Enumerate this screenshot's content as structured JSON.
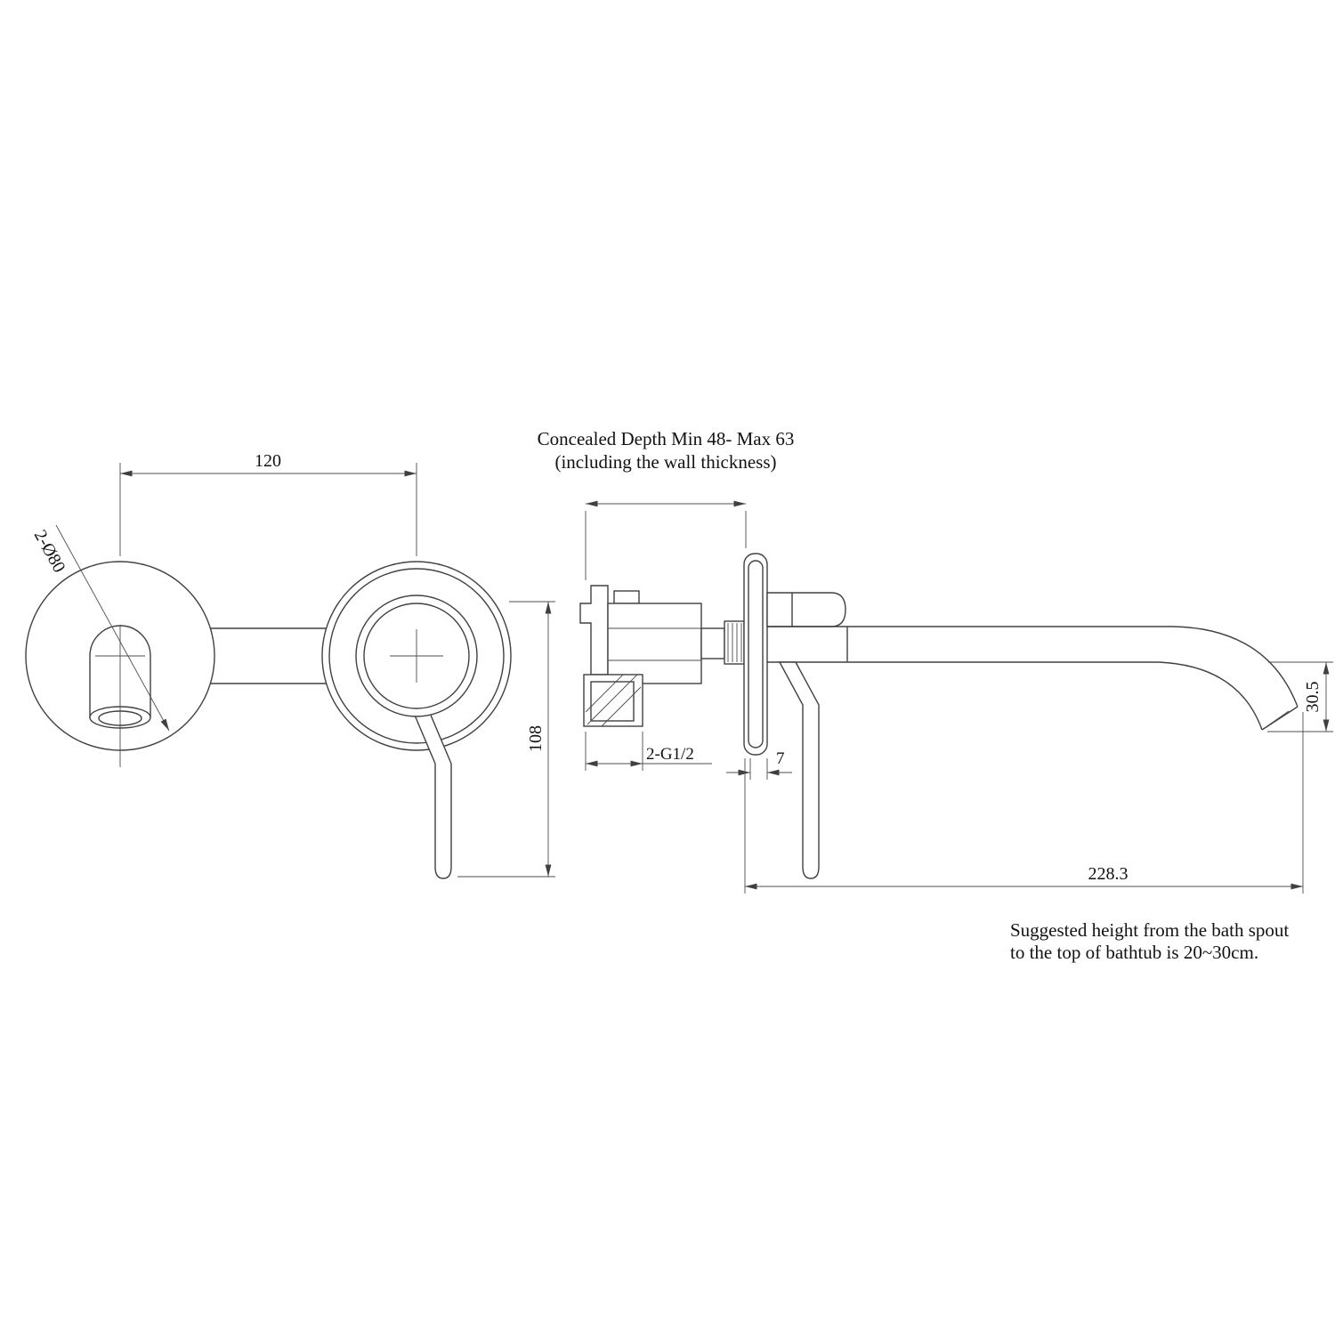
{
  "annotations": {
    "concealed_depth_line1": "Concealed Depth Min 48- Max 63",
    "concealed_depth_line2": "(including the wall thickness)",
    "note_line1": "Suggested height from the bath spout",
    "note_line2": "to the top of bathtub is 20~30cm."
  },
  "dimensions": {
    "plate_spacing": "120",
    "plate_diameter": "2-Ø80",
    "handle_length": "108",
    "inlet_thread": "2-G1/2",
    "plate_thickness": "7",
    "spout_drop": "30.5",
    "spout_reach": "228.3"
  },
  "colors": {
    "line": "#404040",
    "text": "#121212",
    "background": "#ffffff"
  }
}
